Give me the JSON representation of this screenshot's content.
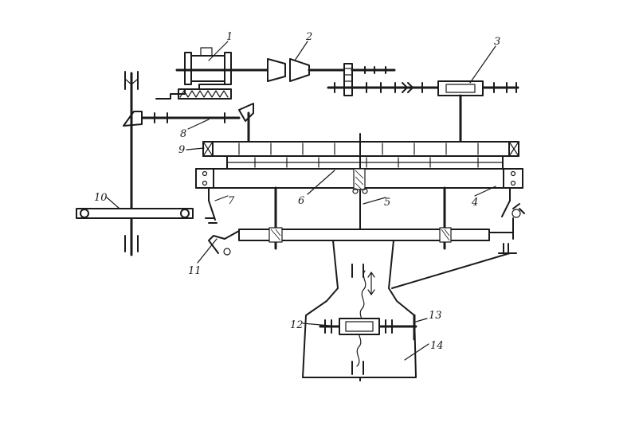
{
  "labels": [
    {
      "id": "motor",
      "text": "1"
    },
    {
      "id": "coupling",
      "text": "2"
    },
    {
      "id": "gearbox",
      "text": "3"
    },
    {
      "id": "right-bracket",
      "text": "4"
    },
    {
      "id": "central-shaft",
      "text": "5"
    },
    {
      "id": "carriage-drum",
      "text": "6"
    },
    {
      "id": "left-bracket",
      "text": "7"
    },
    {
      "id": "upper-shaft",
      "text": "8"
    },
    {
      "id": "end-block",
      "text": "9"
    },
    {
      "id": "handwheel-shaft",
      "text": "10"
    },
    {
      "id": "lever",
      "text": "11"
    },
    {
      "id": "screw-nut",
      "text": "12"
    },
    {
      "id": "handle",
      "text": "13"
    },
    {
      "id": "column",
      "text": "14"
    }
  ]
}
